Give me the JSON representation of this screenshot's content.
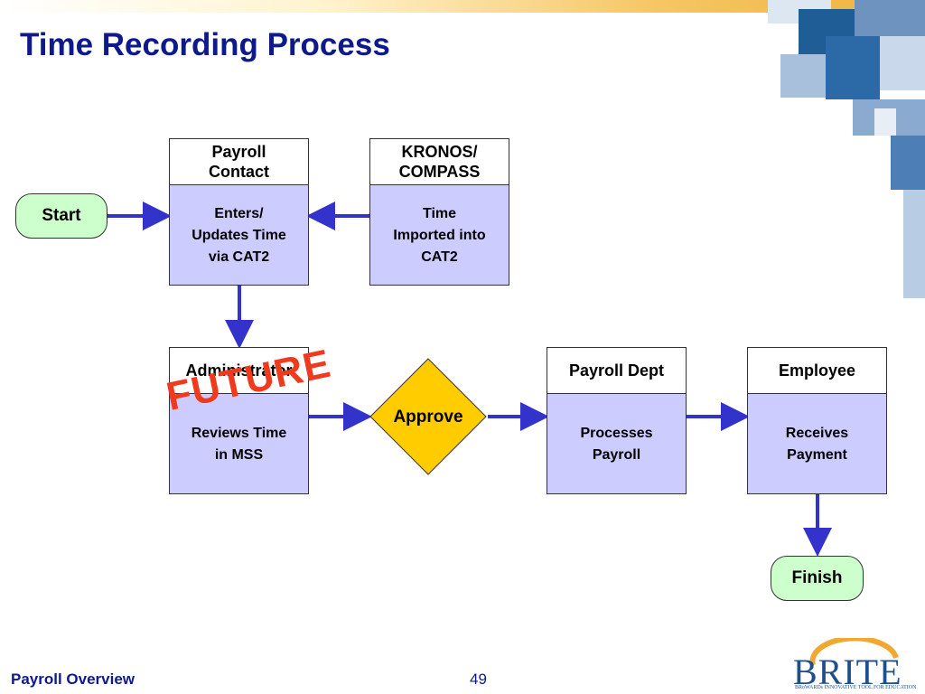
{
  "page": {
    "title": "Time Recording Process"
  },
  "diagram": {
    "start": "Start",
    "finish": "Finish",
    "nodes": {
      "payroll_contact": {
        "role": "Payroll\nContact",
        "task": "Enters/\nUpdates Time\nvia CAT2"
      },
      "kronos": {
        "role": "KRONOS/\nCOMPASS",
        "task": "Time\nImported into\nCAT2"
      },
      "administrator": {
        "role": "Administrator",
        "task": "Reviews Time\nin MSS"
      },
      "payroll_dept": {
        "role": "Payroll Dept",
        "task": "Processes\nPayroll"
      },
      "employee": {
        "role": "Employee",
        "task": "Receives\nPayment"
      }
    },
    "decision": "Approve",
    "stamp": "FUTURE"
  },
  "footer": {
    "title": "Payroll Overview",
    "page_number": "49"
  },
  "logo": {
    "word": "BRITE",
    "tagline": "BRoWARDs INNOVATIVE TOOL FOR EDUCATION"
  },
  "colors": {
    "title": "#0e1a8c",
    "task_fill": "#ccccff",
    "terminal_fill": "#ccffcc",
    "decision_fill": "#ffcc00",
    "arrow": "#3333cc",
    "stamp": "#f03a1e"
  }
}
